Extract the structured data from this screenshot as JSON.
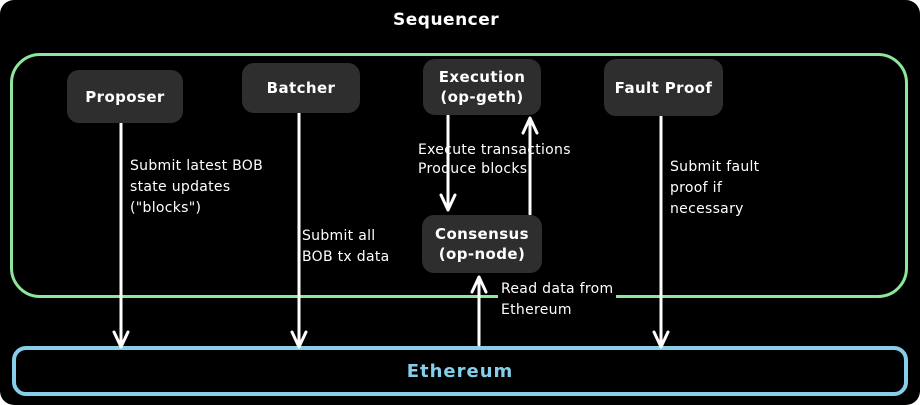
{
  "colors": {
    "background": "#000000",
    "container_green": "#8ce69b",
    "ethereum_blue": "#87ceeb",
    "node_fill": "#2e2e2e",
    "node_text": "#ffffff",
    "label_text": "#ffffff",
    "arrow": "#ffffff"
  },
  "title": "Sequencer",
  "nodes": {
    "proposer": {
      "label": "Proposer"
    },
    "batcher": {
      "label": "Batcher"
    },
    "execution": {
      "label": "Execution\n(op-geth)"
    },
    "fault_proof": {
      "label": "Fault Proof"
    },
    "consensus": {
      "label": "Consensus\n(op-node)"
    },
    "ethereum": {
      "label": "Ethereum"
    }
  },
  "edge_labels": {
    "proposer_to_ethereum": "Submit latest BOB\nstate updates\n(\"blocks\")",
    "batcher_to_ethereum": "Submit all\nBOB tx data",
    "execution_consensus": "Execute transactions\nProduce blocks",
    "ethereum_to_consensus": "Read data from\nEthereum",
    "fault_proof_to_ethereum": "Submit fault\nproof if\nnecessary"
  }
}
